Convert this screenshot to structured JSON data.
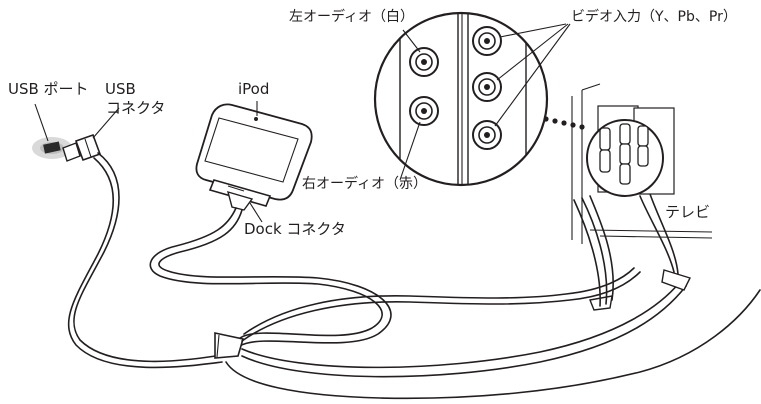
{
  "labels": {
    "usb_port": "USB ポート",
    "usb": "USB",
    "connector": "コネクタ",
    "ipod": "iPod",
    "dock_connector": "Dock コネクタ",
    "left_audio": "左オーディオ（白）",
    "right_audio": "右オーディオ（赤）",
    "video_input": "ビデオ入力（Y、Pb、Pr）",
    "tv": "テレビ"
  },
  "colors": {
    "line": "#231f20",
    "usb_port_glow": "#c8c8c8",
    "background": "#ffffff"
  }
}
